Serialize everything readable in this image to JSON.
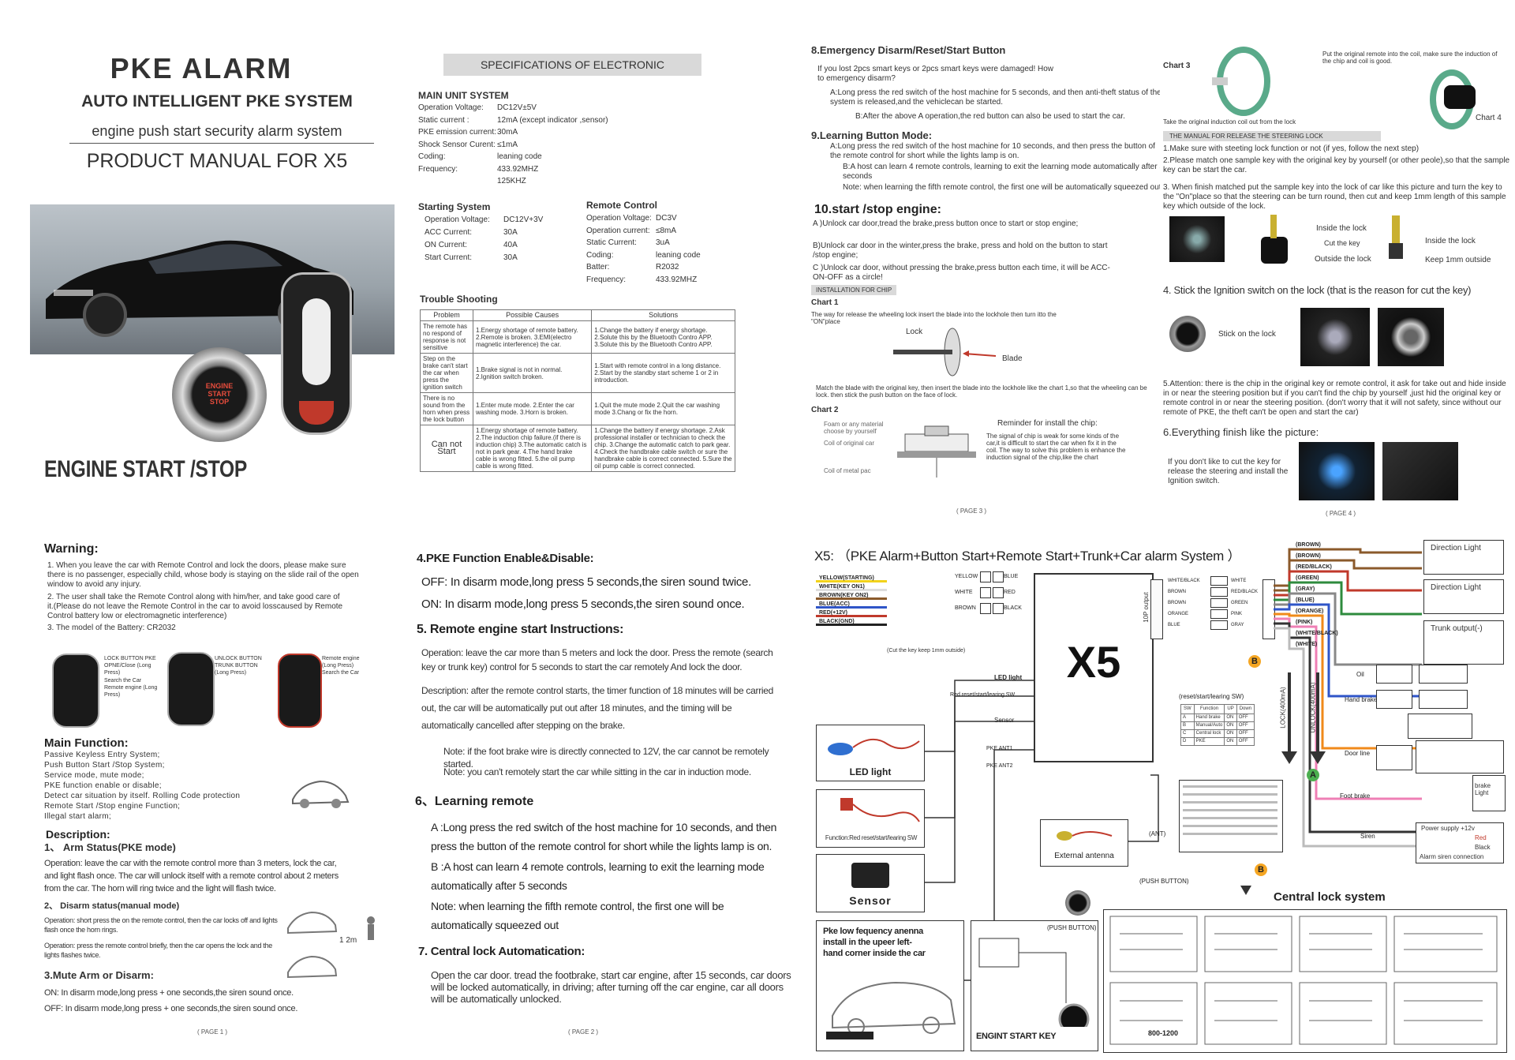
{
  "p1": {
    "title": "PKE ALARM",
    "subtitle": "AUTO INTELLIGENT PKE SYSTEM",
    "tagline": "engine push start security alarm system",
    "manual": "PRODUCT MANUAL FOR X5",
    "start_button_text": "ENGINE START STOP",
    "footer": "ENGINE START /STOP"
  },
  "p2": {
    "header": "SPECIFICATIONS OF ELECTRONIC",
    "main_unit_title": "MAIN UNIT SYSTEM",
    "main_unit": [
      [
        "Operation Voltage:",
        "DC12V±5V"
      ],
      [
        "Static current :",
        "12mA (except indicator ,sensor)"
      ],
      [
        "PKE emission current:",
        "30mA"
      ],
      [
        "Shock Sensor Curent:",
        "≤1mA"
      ],
      [
        "Coding:",
        "leaning code"
      ],
      [
        "Frequency:",
        "433.92MHZ"
      ],
      [
        "",
        "125KHZ"
      ]
    ],
    "starting_title": "Starting System",
    "starting": [
      [
        "Operation Voltage:",
        "DC12V+3V"
      ],
      [
        "ACC Current:",
        "30A"
      ],
      [
        "ON Current:",
        "40A"
      ],
      [
        "Start Current:",
        "30A"
      ]
    ],
    "remote_title": "Remote Control",
    "remote": [
      [
        "Operation Voltage:",
        "DC3V"
      ],
      [
        "Operation current:",
        "≤8mA"
      ],
      [
        "Static Current:",
        "3uA"
      ],
      [
        "Coding:",
        "leaning code"
      ],
      [
        "Batter:",
        "R2032"
      ],
      [
        "Frequency:",
        "433.92MHZ"
      ]
    ],
    "trouble_title": "Trouble Shooting",
    "trouble_headers": [
      "Problem",
      "Possible Causes",
      "Solutions"
    ],
    "trouble_rows": [
      [
        "The remote has no respond of response is not sensitive",
        "1.Energy shortage of remote battery. 2.Remote is broken. 3.EMI(electro magnetic interference) the car.",
        "1.Change the battery if energy shortage. 2.Solute this by the Bluetooth Contro APP. 3.Solute this by the Bluetooth Contro APP."
      ],
      [
        "Step on the brake can't start the car when press the ignition switch",
        "1.Brake signal is not in normal. 2.Ignition switch broken.",
        "1.Start with remote control in a long distance. 2.Start by the standby start scheme 1 or 2 in introduction."
      ],
      [
        "There is no sound from the horn when press the lock button",
        "1.Enter mute mode. 2.Enter the car washing mode. 3.Horn is broken.",
        "1.Quit the mute mode 2.Quit the car washing mode 3.Chang or fix the horn."
      ],
      [
        "Can not Start",
        "1.Energy shortage of remote battery. 2.The induction chip failure.(if there is induction chip) 3.The automatic catch is not in park gear. 4.The hand brake cable is wrong fitted. 5.the oil pump cable is wrong fitted.",
        "1.Change the battery if energy shortage. 2.Ask professional installer or technician to check the chip. 3.Change the automatic catch to park gear. 4.Check the handbrake cable switch or sure the handbrake cable is correct connected. 5.Sure the oil pump cable is correct connected."
      ]
    ]
  },
  "p3": {
    "s8_title": "8.Emergency Disarm/Reset/Start Button",
    "s8_q": "If you lost 2pcs smart keys or 2pcs smart keys were damaged! How to emergency disarm?",
    "s8_a": "A:Long press the red switch of the host machine for 5 seconds, and then anti-theft status of the system is released,and the vehiclecan be started.",
    "s8_b": "B:After the above A operation,the red button can also be used to start the car.",
    "s9_title": "9.Learning Button Mode:",
    "s9_a": "A:Long press the red switch of the host machine for 10 seconds, and then press the button of the remote control for short while the lights lamp is on.",
    "s9_b": "B:A host can learn 4 remote controls, learning to exit the learning mode automatically after 5 seconds",
    "s9_note": "Note: when learning the fifth remote control, the first one will be automatically squeezed out",
    "s10_title": "10.start /stop engine:",
    "s10_a": "A )Unlock car door,tread the brake,press button once to start or stop engine;",
    "s10_b": "B)Unlock car door in the winter,press the brake, press and hold on the button to start /stop engine;",
    "s10_c": "C )Unlock car door, without pressing the brake,press button each time, it will be ACC-ON-OFF as a circle!",
    "chip_header": "INSTALLATION FOR CHIP",
    "chart1": "Chart 1",
    "chart1_text": "The way for release the wheeling lock insert the blade into the lockhole then turn itto the \"ON\"place",
    "lock": "Lock",
    "blade": "Blade",
    "match_text": "Match the blade with the original key, then insert the blade into the lockhole like the chart 1,so that the wheeling can be lock. then stick the push button on the face of lock.",
    "chart2": "Chart 2",
    "chart2_a": "Foam or any material choose by yourself",
    "chart2_b": "Coil of original car",
    "chart2_c": "Coil of metal pac",
    "reminder_title": "Reminder for install the chip:",
    "reminder_text": "The signal of chip is weak for some kinds of the car,it is difficult to start the car when fix it in the coil. The way to solve this problem is enhance the induction signal of the chip,like the chart",
    "page": "( PAGE 3 )"
  },
  "p4": {
    "chart3": "Chart 3",
    "chart4": "Chart 4",
    "put_text": "Put the original remote into the coil, make sure the induction of the chip and coil is good.",
    "take_text": "Take the original induction coil out from the lock",
    "manual_header": "THE MANUAL FOR RELEASE THE STEERING LOCK",
    "s1": "1.Make sure with steeting lock function or not (if yes, follow the next step)",
    "s2": "2.Please match one sample key with the original key by yourself (or other peole),so that the sample key can be start the car.",
    "s3": "3. When finish matched put the sample key into the lock of car like this picture and turn the key to the \"On\"place so that the steering can be turn round, then cut and keep 1mm length of this sample key which outside of the lock.",
    "inside_lock": "Inside the lock",
    "cut_key": "Cut the key",
    "outside_lock": "Outside the lock",
    "inside_lock2": "Inside the lock",
    "keep": "Keep 1mm outside",
    "s4": "4. Stick the Ignition switch on the lock (that is the reason for cut the key)",
    "stick": "Stick on the lock",
    "s5": "5.Attention: there is the chip in the original key or remote control, it ask for take out and hide inside in or near the steering position but if you can't find the chip by yourself ,just hid the original key or remote control in or near the steering position. (don't worry that it will not safety, since without our remote of PKE, the theft can't be open and start the car)",
    "s6": "6.Everything finish like the picture:",
    "s6_text": "If you don't like to cut the key for release the steering and install the Ignition switch.",
    "page": "( PAGE 4 )"
  },
  "p5": {
    "warning_title": "Warning:",
    "w1": "1. When you leave the car with Remote Control and lock the doors, please make sure there is no passenger, especially child, whose body is staying on the slide rail of the open window to avoid any injury.",
    "w2": "2. The user shall take the Remote Control along with him/her, and take good care of it.(Please do not leave the Remote Control in the car to avoid losscaused by Remote Control battery low or electromagnetic interference)",
    "w3": "3. The model of the Battery: CR2032",
    "key_labels": [
      "LOCK BUTTON PKE OPNE/Close (Long Press)",
      "Search the Car Remote engine (Long Press)",
      "UNLOCK BUTTON TRUNK BUTTON (Long Press)",
      "Remote engine (Long Press) Search the Car"
    ],
    "main_title": "Main Function:",
    "main_items": [
      "Passive Keyless Entry System;",
      "Push Button Start /Stop System;",
      "Service mode, mute mode;",
      "PKE function enable or disable;",
      "Detect car situation by itself. Rolling Code protection",
      "Remote Start /Stop engine Function;",
      "Illegal start alarm;"
    ],
    "desc_title": "Description:",
    "d1_title": "1、 Arm Status(PKE mode)",
    "d1_text": "Operation: leave the car with the remote control more than 3 meters, lock the car, and light flash once. The car will unlock itself with a remote control about 2 meters from the car. The horn will ring twice and the light will flash twice.",
    "d2_title": "2、 Disarm status(manual mode)",
    "d2_a": "Operation: short press the on the remote control, then the car locks off and lights flash once the horn rings.",
    "d2_b": "Operation: press the remote control briefly, then the car opens the lock and the lights flashes twice.",
    "dist": "1 2m",
    "d3_title": "3.Mute Arm or Disarm:",
    "d3_on": "ON: In disarm mode,long press + one seconds,the siren sound once.",
    "d3_off": "OFF: In disarm mode,long press + one seconds,the siren sound once.",
    "page": "( PAGE 1 )"
  },
  "p6": {
    "s4_title": "4.PKE Function Enable&Disable:",
    "s4_off": "OFF: In disarm mode,long press 5 seconds,the siren sound twice.",
    "s4_on": "ON: In disarm mode,long press 5 seconds,the siren sound once.",
    "s5_title": "5. Remote engine start Instructions:",
    "s5_op": "Operation: leave the car more than 5 meters and lock the door. Press the remote (search key or trunk key) control for 5 seconds to start the car remotely And lock the door.",
    "s5_desc": "Description: after the remote control starts, the timer function of 18 minutes will be carried out, the car will be automatically put out after 18 minutes, and the timing will be automatically cancelled after stepping on the brake.",
    "s5_note1": "Note: if the foot brake wire is directly connected to 12V, the car cannot be remotely started.",
    "s5_note2": "Note: you can't remotely start the car while sitting in the car in induction mode.",
    "s6_title": "6、Learning remote",
    "s6_a": "A :Long press the red switch of the host machine for 10 seconds, and then press the button of the remote control for short while the lights lamp is on.",
    "s6_b": "B :A host can learn 4 remote controls, learning to exit the learning mode automatically after 5 seconds",
    "s6_note": "Note: when learning the fifth remote control, the first one will be automatically squeezed out",
    "s7_title": "7. Central lock Automatication:",
    "s7_text": "Open the car door. tread the footbrake, start car engine, after 15 seconds, car doors will be locked automatically, in driving; after turning off the car engine, car all doors will be automatically unlocked.",
    "page": "( PAGE 2 )"
  },
  "p7": {
    "title": "X5: （PKE Alarm+Button Start+Remote Start+Trunk+Car alarm System ）",
    "unit": "X5",
    "left_wires": [
      "YELLOW(STARTING)",
      "WHITE(KEY ON1)",
      "BROWN(KEY ON2)",
      "BLUE(ACC)",
      "RED(+12V)",
      "BLACK(GND)"
    ],
    "left_conn": [
      "YELLOW",
      "WHITE",
      "BROWN",
      "BLUE",
      "RED",
      "BLACK"
    ],
    "cut_note": "(Cut the key keep 1mm outside)",
    "out10p": "10P output",
    "in10p": "10P",
    "mid_conn": [
      "WHITE/BLACK",
      "BROWN",
      "BROWN",
      "ORANGE",
      "BLUE"
    ],
    "mid_conn2": [
      "WHITE",
      "RED/BLACK",
      "GREEN",
      "PINK",
      "GRAY"
    ],
    "right_wires": [
      "(BROWN)",
      "(BROWN)",
      "(RED/BLACK)",
      "(GREEN)",
      "(GRAY)",
      "(BLUE)",
      "(ORANGE)",
      "(PINK)",
      "(WHITE/BLACK)",
      "(WHITE)"
    ],
    "right_wire_colors": [
      "#8b5a2b",
      "#8b5a2b",
      "#c0392b",
      "#2e8b3d",
      "#888888",
      "#2f55c8",
      "#f08a1a",
      "#ef7fb5",
      "#333333",
      "#bbbbbb"
    ],
    "dir_light1": "Direction Light",
    "dir_light2": "Direction Light",
    "trunk": "Trunk output(-)",
    "oil": "Oil",
    "hand_brake": "Hand brake",
    "door_line": "Door line",
    "foot_brake": "Foot brake",
    "siren": "Siren",
    "brake_light": "brake Light",
    "power": "Power supply +12v",
    "red": "Red",
    "black": "Black",
    "alarm": "Alarm siren connection",
    "led_label": "LED light",
    "led_box": "LED light",
    "reset_label": "Red reset/start/learing SW",
    "reset_box": "Function:Red reset/start/learing SW",
    "sensor_label": "Sensor",
    "sensor_box": "Sensor",
    "ant1": "PKE ANT1",
    "ant2": "PKE ANT2",
    "reset_sw": "(reset/start/learing SW)",
    "lock": "LOCK(400mA)",
    "unlock": "UNLOCK(400mA)",
    "ext_ant": "External antenna",
    "ant": "(ANT)",
    "push_btn": "(PUSH BUTTON)",
    "push_btn2": "(PUSH BUTTON)",
    "pke_box": "Pke low fequency anenna install in the upeer left-hand corner inside the car",
    "engine_btn": "ENGINT START KEY",
    "central": "Central lock system",
    "marker_a": "A",
    "marker_b": "B",
    "sw_table_headers": [
      "SW",
      "Function",
      "UP",
      "Down"
    ],
    "sw_rows": [
      [
        "A",
        "Hand brake",
        "ON",
        "OFF"
      ],
      [
        "B",
        "Manual/Auto",
        "ON",
        "OFF"
      ],
      [
        "C",
        "Central lock",
        "ON",
        "OFF"
      ],
      [
        "D",
        "PKE",
        "ON",
        "OFF"
      ]
    ],
    "speed": "800-1200"
  },
  "colors": {
    "gray_header": "#d9d9d9",
    "marker": "#f5a623"
  }
}
